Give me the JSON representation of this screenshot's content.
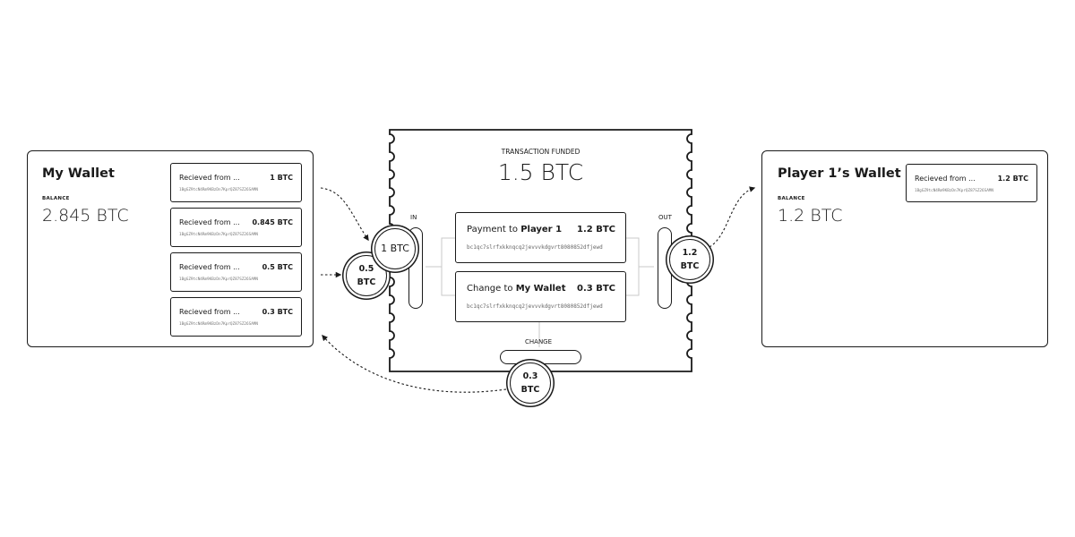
{
  "my_wallet": {
    "title": "My Wallet",
    "balance_label": "BALANCE",
    "balance": "2.845 BTC",
    "entries": [
      {
        "label": "Recieved from ...",
        "amount": "1 BTC",
        "address": "1BgGZ9tcN4Rm9KBzDn7KprQZ87SZ26SAMN"
      },
      {
        "label": "Recieved from ...",
        "amount": "0.845 BTC",
        "address": "1BgGZ9tcN4Rm9KBzDn7KprQZ87SZ26SAMN"
      },
      {
        "label": "Recieved from ...",
        "amount": "0.5 BTC",
        "address": "1BgGZ9tcN4Rm9KBzDn7KprQZ87SZ26SAMN"
      },
      {
        "label": "Recieved from ...",
        "amount": "0.3 BTC",
        "address": "1BgGZ9tcN4Rm9KBzDn7KprQZ87SZ26SAMN"
      }
    ]
  },
  "player_wallet": {
    "title": "Player 1’s Wallet",
    "balance_label": "BALANCE",
    "balance": "1.2 BTC",
    "entries": [
      {
        "label": "Recieved from ...",
        "amount": "1.2 BTC",
        "address": "1BgGZ9tcN4Rm9KBzDn7KprQZ87SZ26SAMN"
      }
    ]
  },
  "transaction": {
    "status": "TRANSACTION FUNDED",
    "amount": "1.5 BTC",
    "in_label": "IN",
    "out_label": "OUT",
    "change_label": "CHANGE",
    "outputs": [
      {
        "prefix": "Payment to",
        "recipient": "Player 1",
        "amount": "1.2 BTC",
        "address": "bc1qc7slrfxkknqcq2jevvvkdgvrt8080852dfjewd"
      },
      {
        "prefix": "Change to",
        "recipient": "My Wallet",
        "amount": "0.3 BTC",
        "address": "bc1qc7slrfxkknqcq2jevvvkdgvrt8080852dfjewd"
      }
    ]
  },
  "coins": {
    "input_a": "1 BTC",
    "input_b": "0.5\nBTC",
    "output": "1.2\nBTC",
    "change": "0.3\nBTC"
  }
}
